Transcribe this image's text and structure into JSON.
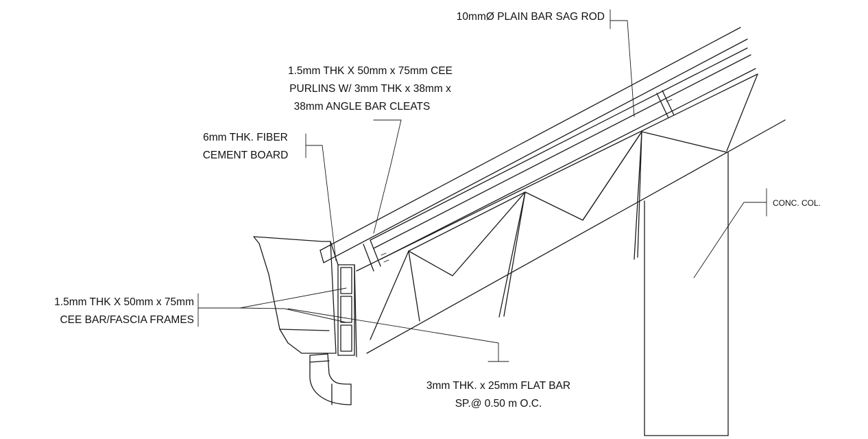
{
  "labels": {
    "sag_rod": "10mmØ PLAIN BAR SAG ROD",
    "purlins": [
      "1.5mm THK X 50mm x 75mm CEE",
      "PURLINS W/ 3mm THK x 38mm x",
      "38mm ANGLE BAR CLEATS"
    ],
    "fiber_board": [
      "6mm THK. FIBER",
      "CEMENT BOARD"
    ],
    "fascia": [
      "1.5mm THK X 50mm x 75mm",
      "CEE BAR/FASCIA FRAMES"
    ],
    "flat_bar": [
      "3mm THK. x 25mm FLAT BAR",
      "SP.@ 0.50 m O.C."
    ],
    "column": "CONC. COL."
  }
}
